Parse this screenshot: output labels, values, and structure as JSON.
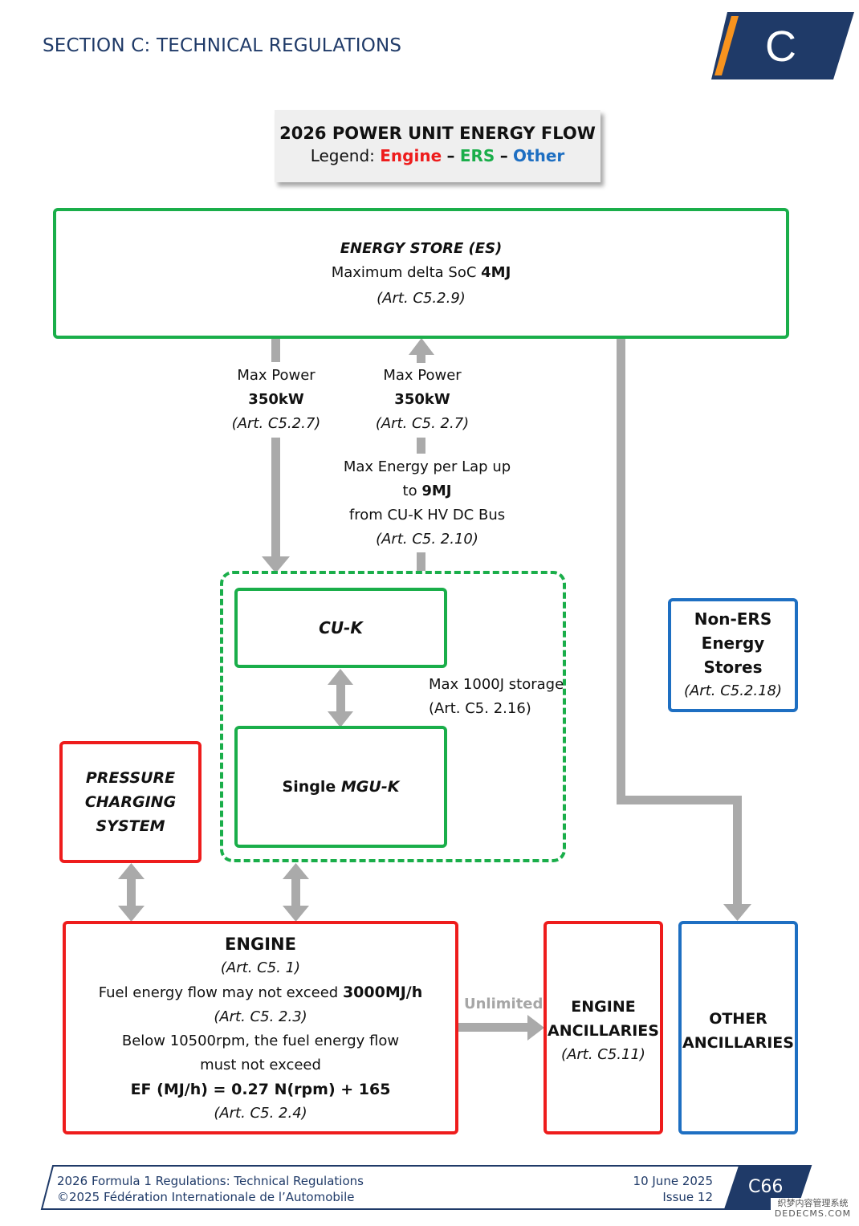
{
  "header": {
    "section_title": "SECTION C: TECHNICAL REGULATIONS",
    "section_letter": "C"
  },
  "title_box": {
    "title": "2026 POWER UNIT ENERGY FLOW",
    "legend_prefix": "Legend: ",
    "legend_engine": "Engine",
    "legend_sep": "–",
    "legend_ers": "ERS",
    "legend_other": "Other"
  },
  "colors": {
    "engine": "#ee1c1c",
    "ers": "#1aae4a",
    "other": "#1e6fc2",
    "arrow": "#aaaaaa",
    "navy": "#1f3a68",
    "accent": "#f7931e"
  },
  "energy_store": {
    "name": "ENERGY STORE (ES)",
    "line2_prefix": "Maximum delta SoC ",
    "line2_value": "4MJ",
    "ref": "(Art. C5.2.9)"
  },
  "flow_left": {
    "line1": "Max Power",
    "value": "350kW",
    "ref": "(Art. C5.2.7)"
  },
  "flow_right": {
    "line1": "Max Power",
    "value": "350kW",
    "ref": "(Art. C5. 2.7)"
  },
  "energy_per_lap": {
    "line1": "Max Energy per Lap up",
    "line2_prefix": "to ",
    "line2_value": "9MJ",
    "line3": "from CU-K HV DC Bus",
    "ref": "(Art. C5. 2.10)"
  },
  "cuk": {
    "name": "CU-K"
  },
  "mguk": {
    "prefix": "Single ",
    "name": "MGU-K"
  },
  "storage": {
    "line1": "Max 1000J storage",
    "ref": "(Art. C5. 2.16)"
  },
  "non_ers": {
    "line1": "Non-ERS",
    "line2": "Energy",
    "line3": "Stores",
    "ref": "(Art. C5.2.18)"
  },
  "pressure_charging": {
    "line1": "PRESSURE",
    "line2": "CHARGING",
    "line3": "SYSTEM"
  },
  "engine": {
    "name": "ENGINE",
    "ref1": "(Art. C5. 1)",
    "line2_prefix": "Fuel energy flow may not exceed ",
    "line2_value": "3000MJ/h",
    "ref2": "(Art. C5. 2.3)",
    "line3": "Below 10500rpm, the fuel energy flow",
    "line4": "must not exceed",
    "formula": "EF (MJ/h) = 0.27 N(rpm) + 165",
    "ref3": "(Art. C5. 2.4)"
  },
  "unlimited_label": "Unlimited",
  "engine_ancillaries": {
    "line1": "ENGINE",
    "line2": "ANCILLARIES",
    "ref": "(Art. C5.11)"
  },
  "other_ancillaries": {
    "line1": "OTHER",
    "line2": "ANCILLARIES"
  },
  "footer": {
    "doc_title": "2026 Formula 1 Regulations: Technical Regulations",
    "copyright": "©2025 Fédération Internationale de l’Automobile",
    "date": "10 June 2025",
    "issue": "Issue 12",
    "page": "C66",
    "watermark_cn": "织梦内容管理系统",
    "watermark_url": "DEDECMS.COM"
  }
}
